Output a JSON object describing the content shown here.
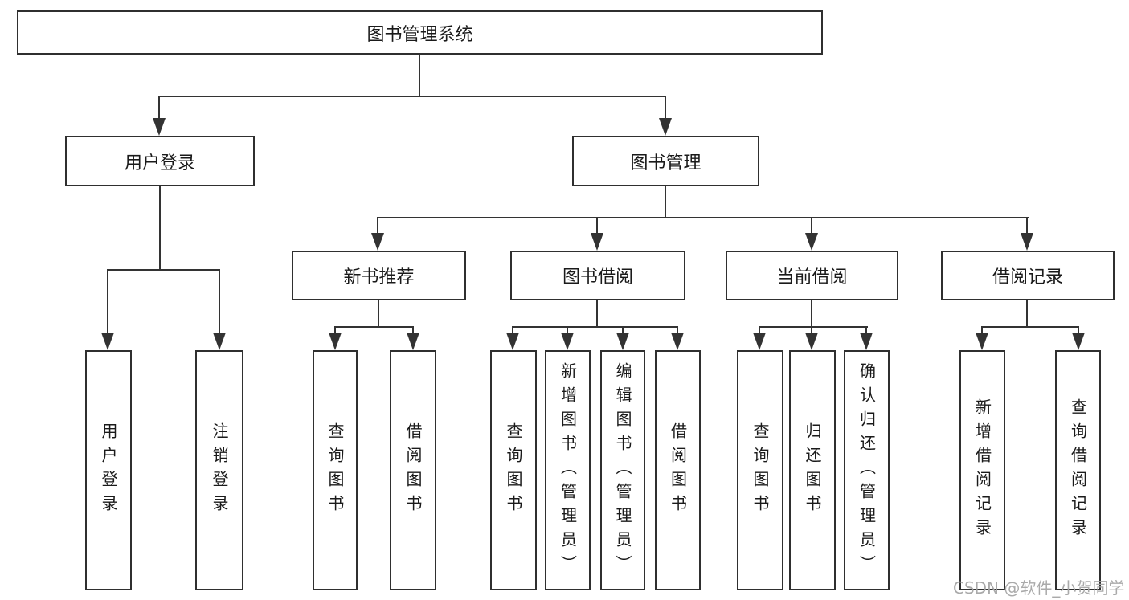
{
  "diagram_title": "图书管理系统",
  "nodes": {
    "root": "图书管理系统",
    "user_login": "用户登录",
    "book_mgmt": "图书管理",
    "new_book_rec": "新书推荐",
    "book_borrow": "图书借阅",
    "current_borrow": "当前借阅",
    "borrow_records": "借阅记录",
    "leaf_user_login": "用户登录",
    "leaf_logout": "注销登录",
    "leaf_nb_query": "查询图书",
    "leaf_nb_borrow": "借阅图书",
    "leaf_bb_query": "查询图书",
    "leaf_bb_add": "新增图书（管理员）",
    "leaf_bb_edit": "编辑图书（管理员）",
    "leaf_bb_borrow": "借阅图书",
    "leaf_cb_query": "查询图书",
    "leaf_cb_return": "归还图书",
    "leaf_cb_confirm": "确认归还（管理员）",
    "leaf_br_add": "新增借阅记录",
    "leaf_br_query": "查询借阅记录"
  },
  "hierarchy": {
    "图书管理系统": {
      "用户登录": [
        "用户登录",
        "注销登录"
      ],
      "图书管理": {
        "新书推荐": [
          "查询图书",
          "借阅图书"
        ],
        "图书借阅": [
          "查询图书",
          "新增图书（管理员）",
          "编辑图书（管理员）",
          "借阅图书"
        ],
        "当前借阅": [
          "查询图书",
          "归还图书",
          "确认归还（管理员）"
        ],
        "借阅记录": [
          "新增借阅记录",
          "查询借阅记录"
        ]
      }
    }
  },
  "watermark": "CSDN @软件_小贺同学",
  "colors": {
    "line": "#333333",
    "box_border": "#2f2f2f",
    "box_fill": "#ffffff",
    "text": "#1a1a1a",
    "watermark": "#a5a5a5",
    "background": "#ffffff"
  }
}
